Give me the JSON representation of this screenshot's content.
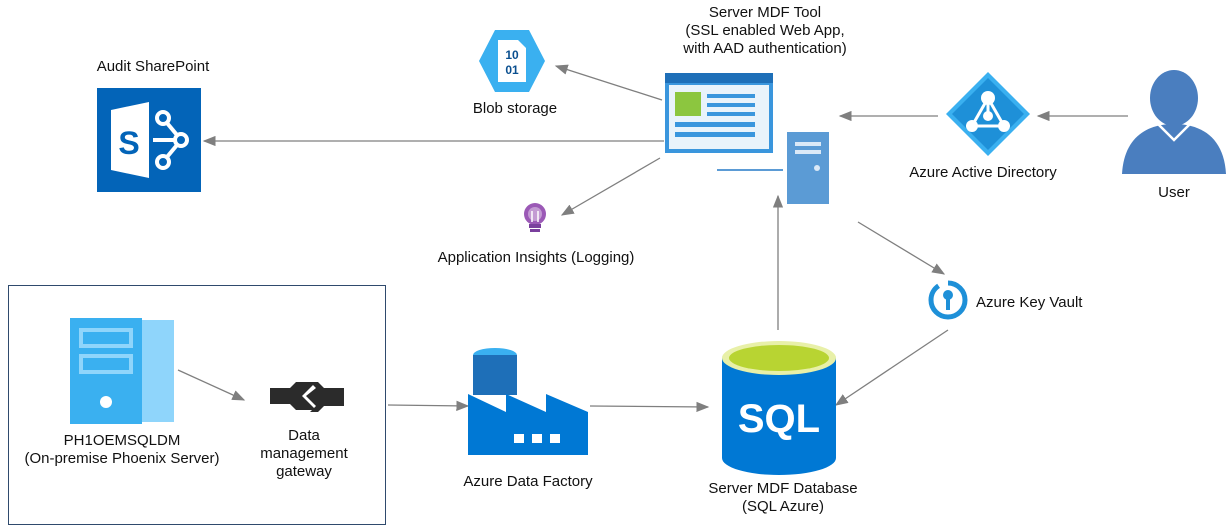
{
  "nodes": {
    "server_tool": {
      "title": "Server MDF Tool",
      "line2": "(SSL enabled Web App,",
      "line3": "with AAD authentication)"
    },
    "blob": {
      "label": "Blob storage",
      "glyph_top": "10",
      "glyph_bottom": "01"
    },
    "sharepoint": {
      "label": "Audit SharePoint",
      "glyph": "S"
    },
    "app_insights": {
      "label": "Application Insights (Logging)"
    },
    "aad": {
      "label": "Azure Active Directory"
    },
    "user": {
      "label": "User"
    },
    "key_vault": {
      "label": "Azure Key Vault"
    },
    "onprem_server": {
      "line1": "PH1OEMSQLDM",
      "line2": "(On-premise Phoenix Server)"
    },
    "gateway": {
      "line1": "Data",
      "line2": "management",
      "line3": "gateway"
    },
    "data_factory": {
      "label": "Azure Data Factory"
    },
    "sql_db": {
      "line1": "Server MDF Database",
      "line2": "(SQL Azure)",
      "glyph": "SQL"
    }
  },
  "colors": {
    "azure_blue": "#0078d4",
    "sky_blue": "#3ab0f0",
    "sharepoint_blue": "#0364b8",
    "user_blue": "#4a7ebf",
    "sql_lime": "#b8d432",
    "insights_purple": "#7a3f9d",
    "arrow_gray": "#7f7f7f",
    "frame_navy": "#2f4a6d"
  },
  "icons": [
    "blob-storage-icon",
    "sharepoint-icon",
    "web-app-icon",
    "application-insights-icon",
    "azure-active-directory-icon",
    "user-icon",
    "key-vault-icon",
    "server-icon",
    "gateway-icon",
    "data-factory-icon",
    "sql-database-icon"
  ]
}
